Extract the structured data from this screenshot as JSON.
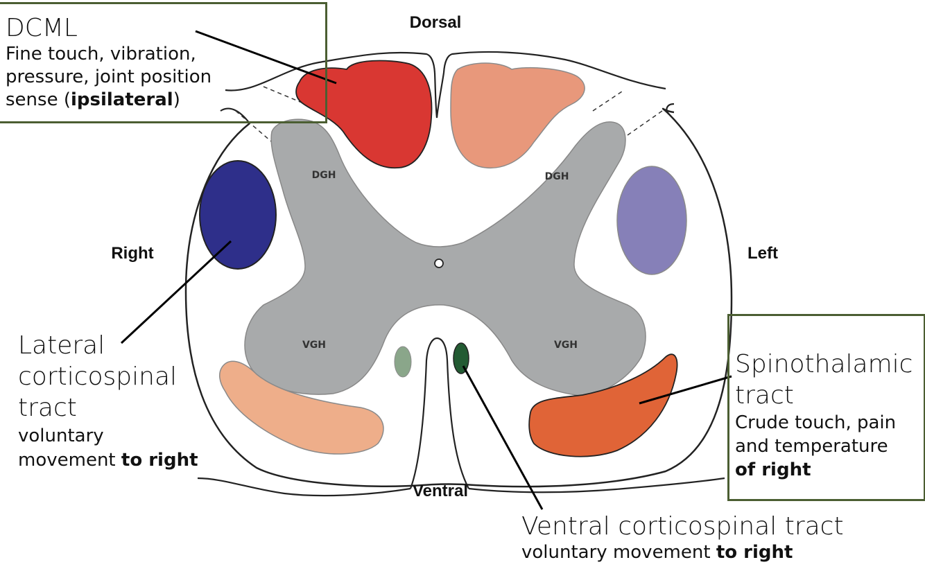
{
  "orientation": {
    "dorsal": "Dorsal",
    "ventral": "Ventral",
    "right": "Right",
    "left": "Left"
  },
  "grey_matter": {
    "dgh_left": "DGH",
    "dgh_right": "DGH",
    "vgh_left": "VGH",
    "vgh_right": "VGH"
  },
  "dcml": {
    "title": "DCML",
    "line1": "Fine touch, vibration,",
    "line2": "pressure, joint position",
    "line3_pre": "sense (",
    "line3_bold": "ipsilateral",
    "line3_post": ")"
  },
  "lateral_cst": {
    "title1": "Lateral",
    "title2": "corticospinal",
    "title3": "tract",
    "line1": "voluntary",
    "line2_pre": "movement ",
    "line2_bold": "to right"
  },
  "spinothalamic": {
    "title1": "Spinothalamic",
    "title2": "tract",
    "line1": "Crude touch, pain",
    "line2": "and temperature",
    "line3_bold": "of right"
  },
  "ventral_cst": {
    "title": "Ventral corticospinal tract",
    "line1_pre": "voluntary movement ",
    "line1_bold": "to right"
  },
  "colors": {
    "dcml_right": "#d93732",
    "dcml_left": "#e8987b",
    "lateral_cst_right": "#2e2f8a",
    "lateral_cst_left": "#8680b8",
    "spinothalamic_left": "#e06437",
    "spinothalamic_right": "#eeae8a",
    "ventral_cst_right": "#235b33",
    "ventral_cst_left": "#8aa68a",
    "grey_matter": "#a8aaab",
    "box_border": "#4b5e32"
  }
}
